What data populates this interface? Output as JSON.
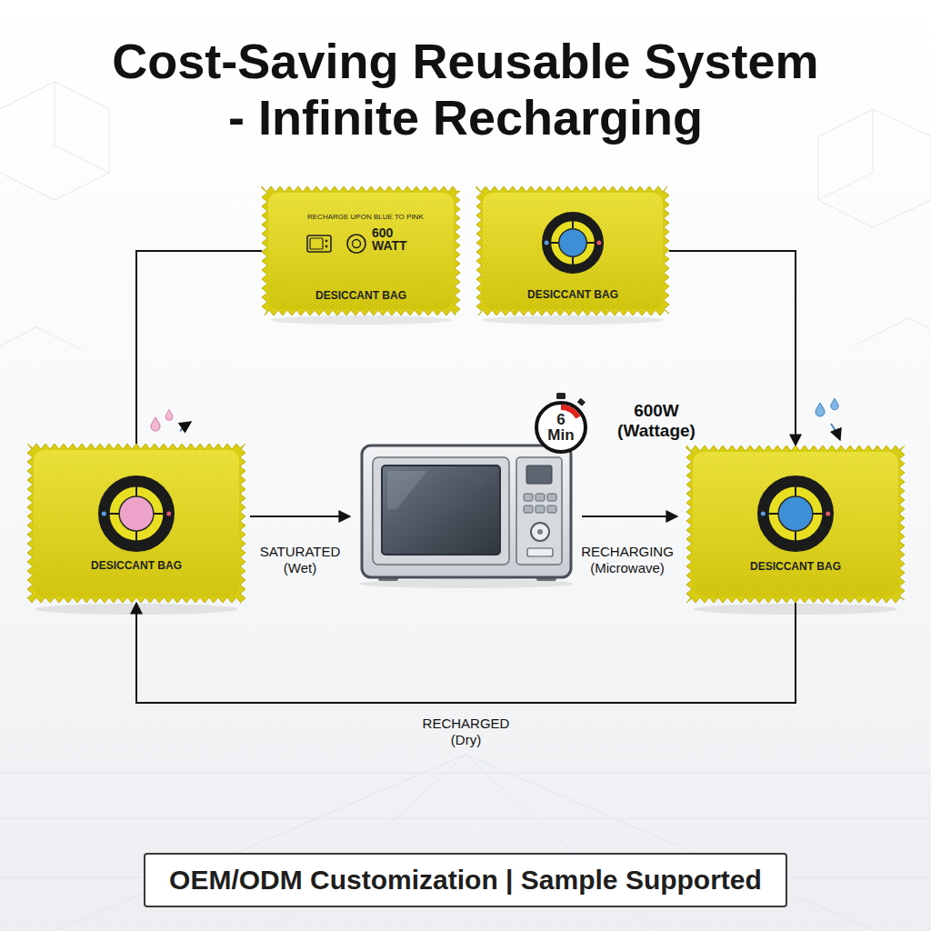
{
  "diagram": {
    "title": "Cost-Saving Reusable System - Infinite Recharging",
    "nodes": [
      {
        "text": [
          "RECHARGE UPON BLUE TO PINK",
          "600 WATT",
          "DESICCANT BAG"
        ]
      },
      {
        "text": [
          "DESICCANT BAG"
        ]
      },
      {
        "text": [
          "6 Min"
        ]
      },
      {
        "text": [
          "DESICCANT BAG"
        ]
      },
      {
        "text": [
          "DESICCANT BAG"
        ]
      },
      {
        "text": [
          "OEM/ODM Customization | Sample Supported"
        ]
      }
    ],
    "edges": [
      {
        "from": 3,
        "to": 0,
        "arrow": "none"
      },
      {
        "from": 1,
        "to": 4,
        "arrow": "to"
      },
      {
        "from": 4,
        "to": 3,
        "arrow": "to",
        "label": "RECHARGED (Dry)"
      }
    ],
    "labels": [
      "600W (Wattage)",
      "SATURATED (Wet)",
      "RECHARGING (Microwave)"
    ]
  }
}
